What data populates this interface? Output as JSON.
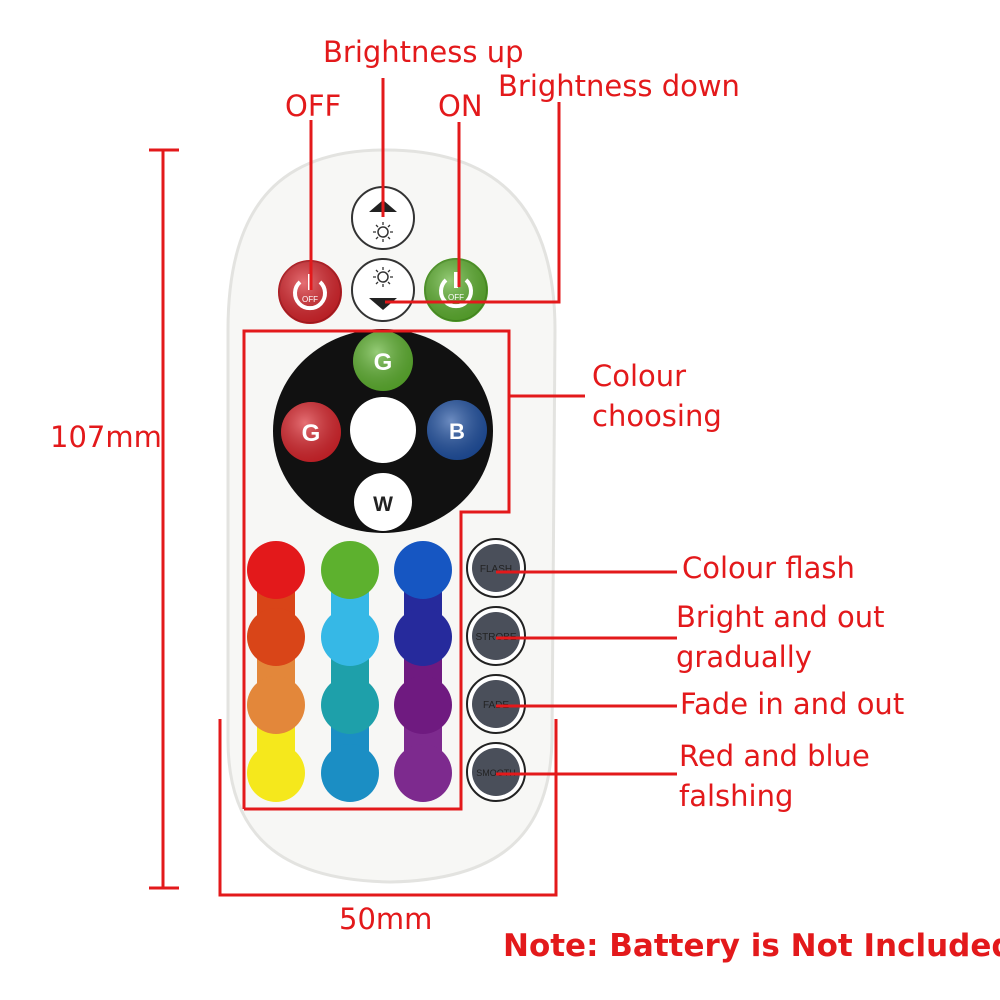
{
  "labels": {
    "brightness_up": "Brightness up",
    "brightness_down": "Brightness down",
    "off": "OFF",
    "on": "ON",
    "colour_choosing": "Colour choosing",
    "colour_flash": "Colour flash",
    "bright_out": "Bright and out gradually",
    "fade": "Fade in and out",
    "red_blue": "Red and blue falshing",
    "height": "107mm",
    "width": "50mm",
    "note": "Note: Battery is Not Included"
  },
  "remote": {
    "power_off_text": "OFF",
    "power_on_text": "OFF",
    "color_buttons": {
      "top": "G",
      "left": "G",
      "right": "B",
      "bottom": "W"
    },
    "mode_buttons": [
      "FLASH",
      "STROBE",
      "FADE",
      "SMOOTH"
    ]
  },
  "colors": {
    "annotation": "#e3191b",
    "power_off": "#d9232a",
    "power_on": "#5db12e",
    "green": "#5db12e",
    "red": "#d9232a",
    "blue": "#1e4fa0",
    "swatches": [
      "#e3191b",
      "#5db12e",
      "#1656c2",
      "#d94518",
      "#36b8e6",
      "#262a9c",
      "#e3873a",
      "#1ea0aa",
      "#6f1a80",
      "#f5e81c",
      "#1b8ec4",
      "#7d2a8e"
    ]
  }
}
